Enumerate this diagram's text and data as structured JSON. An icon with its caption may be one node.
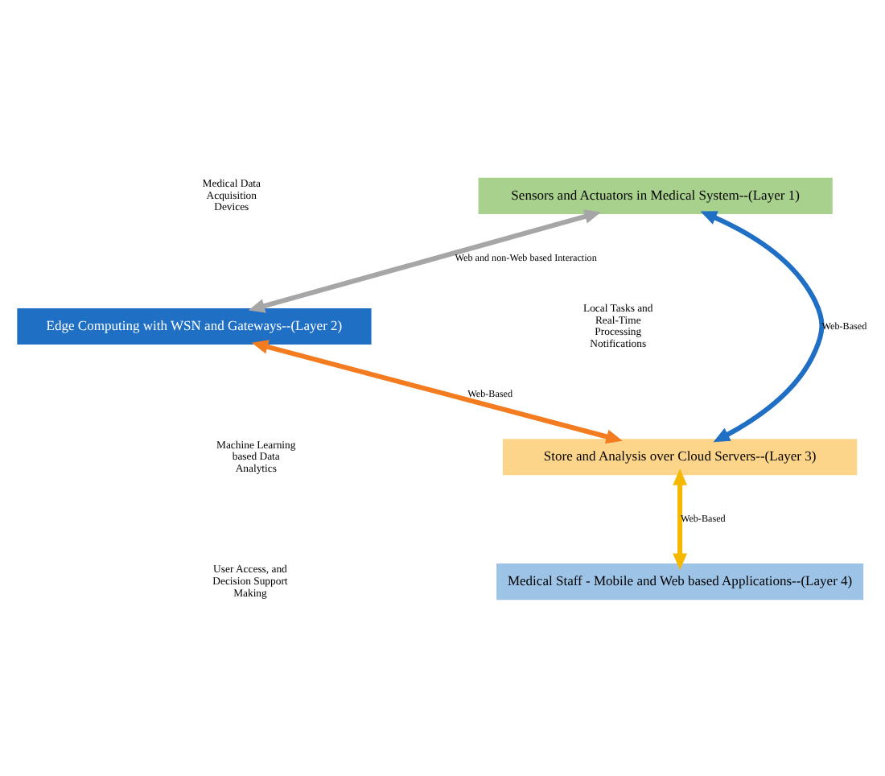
{
  "diagram": {
    "nodes": [
      {
        "text": [
          "Sensors and Actuators in Medical System--(Layer 1)"
        ]
      },
      {
        "text": [
          "Edge Computing with WSN and Gateways--(Layer 2)"
        ]
      },
      {
        "text": [
          "Store and Analysis over Cloud Servers--(Layer 3)"
        ]
      },
      {
        "text": [
          "Medical Staff - Mobile and Web based Applications--(Layer 4)"
        ]
      }
    ],
    "edges": [
      {
        "from": 0,
        "to": 1,
        "arrow": "both",
        "label": "Web and non-Web based Interaction",
        "color": "#a6a6a6"
      },
      {
        "from": 1,
        "to": 2,
        "arrow": "both",
        "label": "Web-Based",
        "color": "#f47c20"
      },
      {
        "from": 0,
        "to": 2,
        "arrow": "both",
        "label": "Web-Based",
        "color": "#1f6fc5"
      },
      {
        "from": 2,
        "to": 3,
        "arrow": "both",
        "label": "Web-Based",
        "color": "#f5b800"
      }
    ],
    "labels": [
      "Medical Data Acquisition Devices",
      "Local Tasks and Real-Time Processing Notifications",
      "Machine Learning based Data Analytics",
      "User Access, and Decision Support Making"
    ]
  }
}
